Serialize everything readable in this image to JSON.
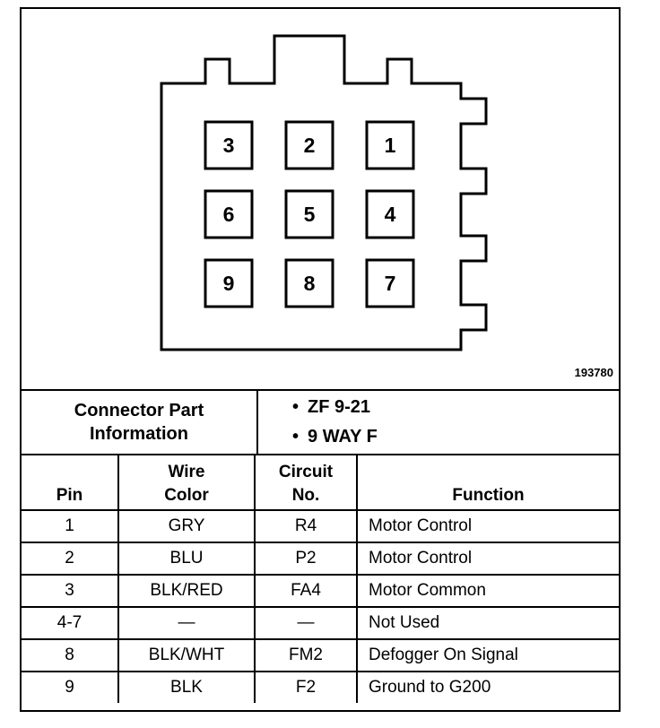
{
  "connector": {
    "pins": [
      "3",
      "2",
      "1",
      "6",
      "5",
      "4",
      "9",
      "8",
      "7"
    ],
    "reference": "193780"
  },
  "info": {
    "label_line1": "Connector Part",
    "label_line2": "Information",
    "values": [
      "ZF 9-21",
      "9 WAY F"
    ]
  },
  "table": {
    "headers": {
      "pin": "Pin",
      "wire_line1": "Wire",
      "wire_line2": "Color",
      "circuit_line1": "Circuit",
      "circuit_line2": "No.",
      "function": "Function"
    },
    "rows": [
      {
        "pin": "1",
        "color": "GRY",
        "circuit": "R4",
        "function": "Motor Control"
      },
      {
        "pin": "2",
        "color": "BLU",
        "circuit": "P2",
        "function": "Motor Control"
      },
      {
        "pin": "3",
        "color": "BLK/RED",
        "circuit": "FA4",
        "function": "Motor Common"
      },
      {
        "pin": "4-7",
        "color": "—",
        "circuit": "—",
        "function": "Not Used"
      },
      {
        "pin": "8",
        "color": "BLK/WHT",
        "circuit": "FM2",
        "function": "Defogger On Signal"
      },
      {
        "pin": "9",
        "color": "BLK",
        "circuit": "F2",
        "function": "Ground to G200"
      }
    ]
  }
}
